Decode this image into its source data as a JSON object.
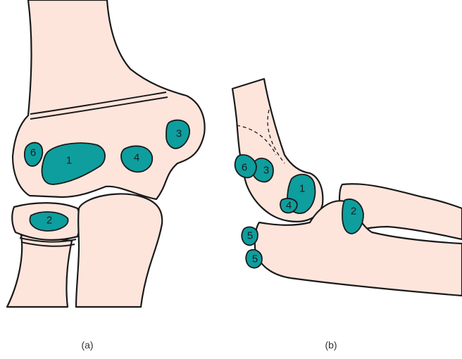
{
  "colors": {
    "bone": "#fde5dc",
    "ossification_center": "#0e9e9e",
    "outline": "#1a1a1a"
  },
  "panels": [
    {
      "label": "(a)",
      "centers": [
        "1",
        "2",
        "3",
        "4",
        "6"
      ]
    },
    {
      "label": "(b)",
      "centers": [
        "1",
        "2",
        "3",
        "4",
        "5",
        "5",
        "6"
      ]
    }
  ]
}
